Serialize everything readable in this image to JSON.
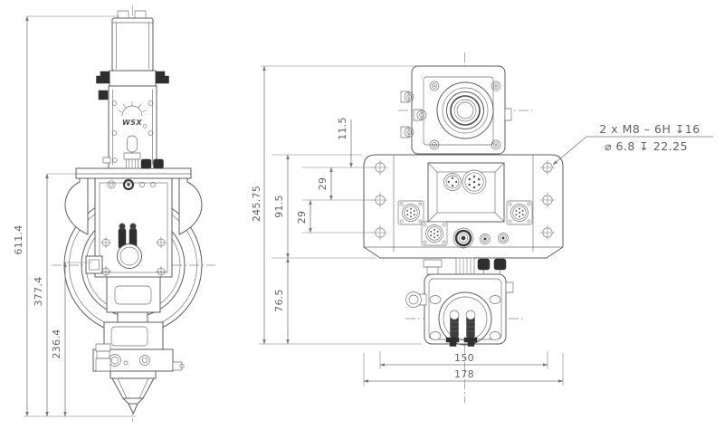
{
  "left_view": {
    "dims": {
      "total_height": "611.4",
      "upper_height": "377.4",
      "lower_height": "236.4"
    },
    "logo_text": "WSX"
  },
  "right_view": {
    "dims": {
      "overall_height": "245.75",
      "plate_height": "91.5",
      "bottom_height": "76.5",
      "hole_pitch_upper": "29",
      "hole_pitch_lower": "29",
      "top_hole_offset": "11.5",
      "hole_span_width": "150",
      "overall_width": "178"
    },
    "note": {
      "line1": "2 x  M8 – 6H ↧16",
      "line2": "⌀ 6.8  ↧ 22.25"
    }
  },
  "colors": {
    "object_line": "#5c5c5c",
    "dimension_line": "#7a7a7a",
    "text": "#646464",
    "dark_fill": "#2e2e2e",
    "background": "#ffffff"
  }
}
